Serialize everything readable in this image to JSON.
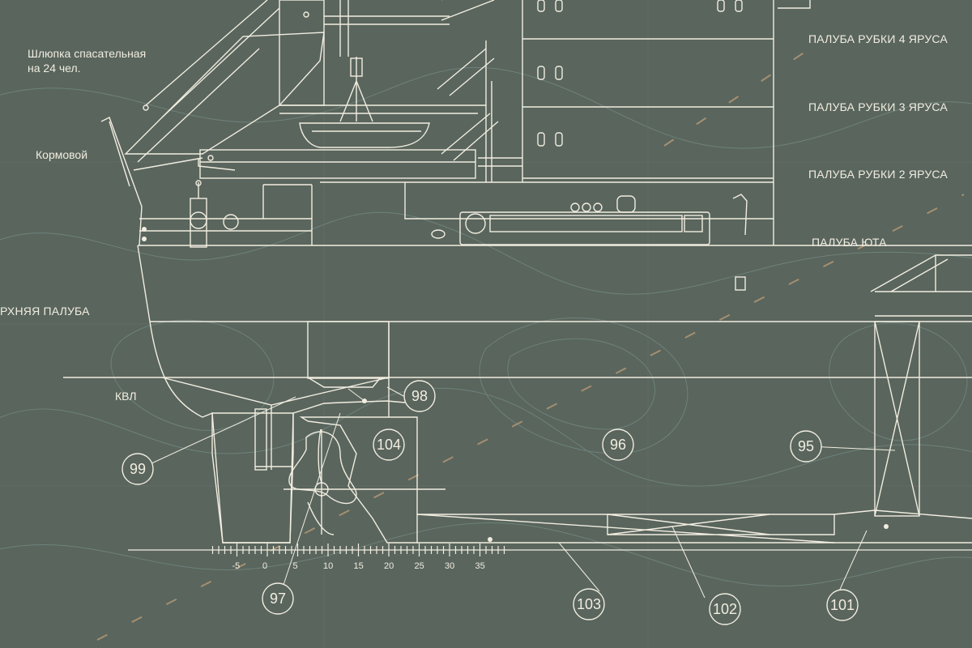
{
  "labels": {
    "lifeboat_line1": "Шлюпка спасательная",
    "lifeboat_line2": "на 24 чел.",
    "stern": "Кормовой",
    "upper_deck": "РХНЯЯ ПАЛУБА",
    "waterline": "КВЛ",
    "deck4": "ПАЛУБА РУБКИ 4 ЯРУСА",
    "deck3": "ПАЛУБА РУБКИ 3 ЯРУСА",
    "deck2": "ПАЛУБА РУБКИ 2 ЯРУСА",
    "poop_deck": "ПАЛУБА ЮТА"
  },
  "callouts": [
    "99",
    "98",
    "104",
    "96",
    "95",
    "97",
    "103",
    "102",
    "101"
  ],
  "frame_scale": {
    "labels": [
      "-5",
      "0",
      "5",
      "10",
      "15",
      "20",
      "25",
      "30",
      "35"
    ],
    "values": [
      -5,
      0,
      5,
      10,
      15,
      20,
      25,
      30,
      35
    ]
  },
  "colors": {
    "background": "#59655d",
    "line": "#f2ede0",
    "contour": "#7f9a96",
    "dash_accent": "#b89a76"
  }
}
